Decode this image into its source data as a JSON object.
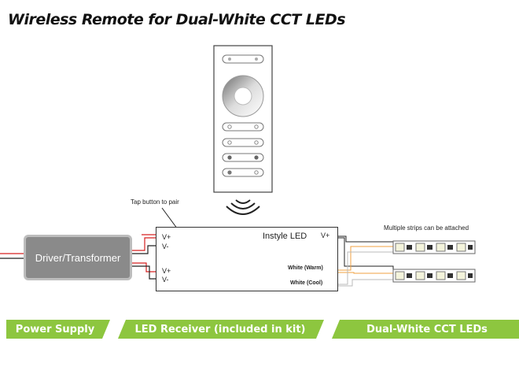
{
  "title": "Wireless Remote for Dual-White CCT LEDs",
  "remote": {
    "icons": [
      "color-wheel-icon",
      "toggle-button-icon",
      "signal-waves-icon"
    ]
  },
  "callouts": {
    "tap_to_pair": "Tap button to pair",
    "multiple_strips": "Multiple strips can be attached"
  },
  "driver": {
    "label": "Driver/Transformer"
  },
  "receiver": {
    "brand": "Instyle LED",
    "in_vplus_1": "V+",
    "in_vminus_1": "V-",
    "in_vplus_2": "V+",
    "in_vminus_2": "V-",
    "out_vplus": "V+",
    "out_warm": "White (Warm)",
    "out_cool": "White (Cool)"
  },
  "banners": [
    "Power Supply",
    "LED Receiver (included in kit)",
    "Dual-White CCT LEDs"
  ],
  "colors": {
    "banner_green": "#8dc63f",
    "driver_gray": "#8a8a8a",
    "wire_red": "#d62020",
    "wire_warm": "#f0a040"
  }
}
